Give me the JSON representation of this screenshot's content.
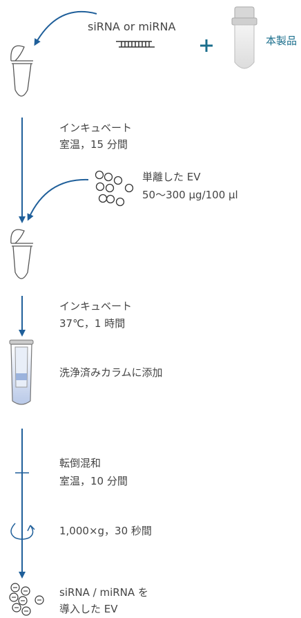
{
  "reagent": {
    "label": "siRNA or miRNA",
    "plus": "+",
    "product_label": "本製品"
  },
  "steps": [
    {
      "line1": "インキュベート",
      "line2": "室温，15 分間"
    },
    {
      "line1": "単離した EV",
      "line2": "50～300 µg/100 µl"
    },
    {
      "line1": "インキュベート",
      "line2": "37℃，1 時間"
    },
    {
      "line1": "洗浄済みカラムに添加"
    },
    {
      "line1": "転倒混和",
      "line2": "室温，10 分間"
    },
    {
      "line1": "1,000×g，30 秒間"
    },
    {
      "line1": "siRNA / miRNA を",
      "line2": "導入した EV"
    }
  ],
  "colors": {
    "accent": "#1a6e8c",
    "arrow": "#1f5f9a",
    "text": "#444444"
  }
}
